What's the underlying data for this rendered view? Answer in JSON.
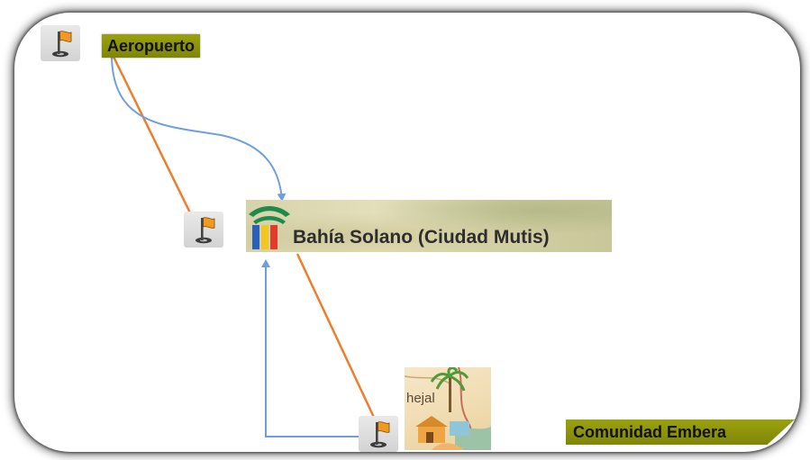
{
  "nodes": {
    "aeropuerto": {
      "label": "Aeropuerto"
    },
    "bahia_solano": {
      "label": "Bahía Solano (Ciudad Mutis)"
    },
    "comunidad_embera": {
      "label": "Comunidad Embera"
    },
    "map_thumbnail": {
      "label": "hejal"
    }
  },
  "icons": {
    "pin": "map-pin-flag-icon",
    "hub_logo": "bahia-solano-logo-icon"
  },
  "colors": {
    "route_line": "#ee7d2c",
    "arrow_line": "#6f9fdc",
    "label_bg": "#8c930a",
    "flag": "#f29a1f"
  }
}
